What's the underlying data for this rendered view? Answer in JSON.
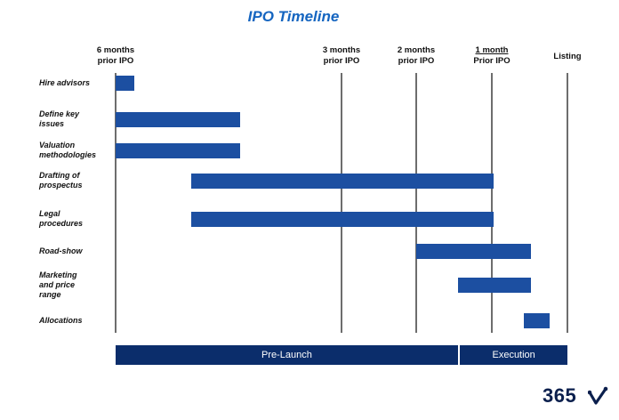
{
  "chart_data": {
    "type": "gantt",
    "title": "IPO Timeline",
    "milestones": [
      {
        "id": "m6",
        "label": [
          "6 months",
          "prior IPO"
        ],
        "months_before_listing": 6
      },
      {
        "id": "m3",
        "label": [
          "3 months",
          "prior IPO"
        ],
        "months_before_listing": 3
      },
      {
        "id": "m2",
        "label": [
          "2 months",
          "prior IPO"
        ],
        "months_before_listing": 2
      },
      {
        "id": "m1",
        "label": [
          "1 month",
          "Prior IPO"
        ],
        "months_before_listing": 1
      },
      {
        "id": "listing",
        "label": [
          "Listing"
        ],
        "months_before_listing": 0
      }
    ],
    "tasks": [
      {
        "label": [
          "Hire advisors"
        ],
        "start": 6.0,
        "end": 5.75
      },
      {
        "label": [
          "Define key",
          "issues"
        ],
        "start": 6.0,
        "end": 4.35
      },
      {
        "label": [
          "Valuation",
          "methodologies"
        ],
        "start": 6.0,
        "end": 4.35
      },
      {
        "label": [
          "Drafting of",
          "prospectus"
        ],
        "start": 5.0,
        "end": 0.98
      },
      {
        "label": [
          "Legal",
          "procedures"
        ],
        "start": 5.0,
        "end": 0.98
      },
      {
        "label": [
          "Road-show"
        ],
        "start": 2.0,
        "end": 0.48
      },
      {
        "label": [
          "Marketing",
          "and price",
          "range"
        ],
        "start": 1.45,
        "end": 0.48
      },
      {
        "label": [
          "Allocations"
        ],
        "start": 0.58,
        "end": 0.24
      }
    ],
    "phases": [
      {
        "label": "Pre-Launch",
        "start": 6.0,
        "end": 1.45
      },
      {
        "label": "Execution",
        "start": 1.42,
        "end": 0.0
      }
    ]
  },
  "brand": {
    "logo_text": "365",
    "colors": {
      "title": "#1565c0",
      "bar": "#1c4fa1",
      "phase": "#0b2d6b",
      "logo": "#0b1f4d"
    }
  }
}
